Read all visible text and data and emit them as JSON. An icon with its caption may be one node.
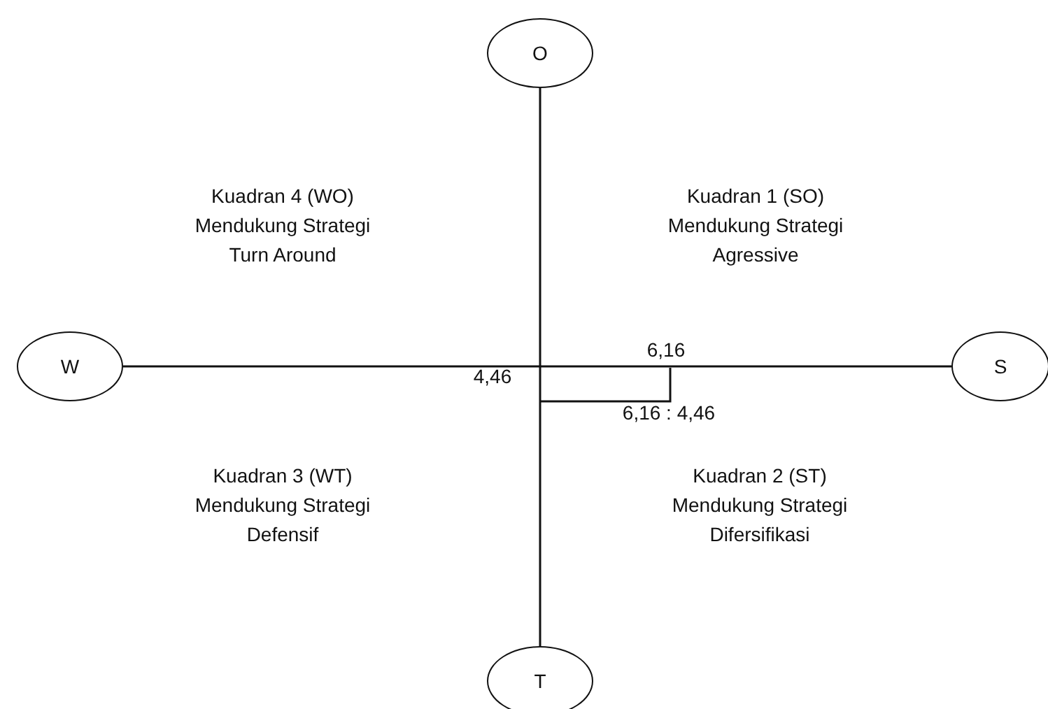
{
  "diagram": {
    "nodes": [
      {
        "text": [
          "O"
        ]
      },
      {
        "text": [
          "W"
        ]
      },
      {
        "text": [
          "S"
        ]
      },
      {
        "text": [
          "T"
        ]
      }
    ],
    "edges": [
      {
        "from": 0,
        "to": 3,
        "arrow": "none"
      },
      {
        "from": 1,
        "to": 2,
        "arrow": "none"
      }
    ],
    "labels": [
      "Kuadran 4 (WO) Mendukung Strategi Turn Around",
      "Kuadran 1 (SO) Mendukung Strategi Agressive",
      "6,16",
      "4,46",
      "6,16 : 4,46",
      "Kuadran 3 (WT) Mendukung Strategi Defensif",
      "Kuadran 2 (ST) Mendukung Strategi Difersifikasi"
    ]
  }
}
